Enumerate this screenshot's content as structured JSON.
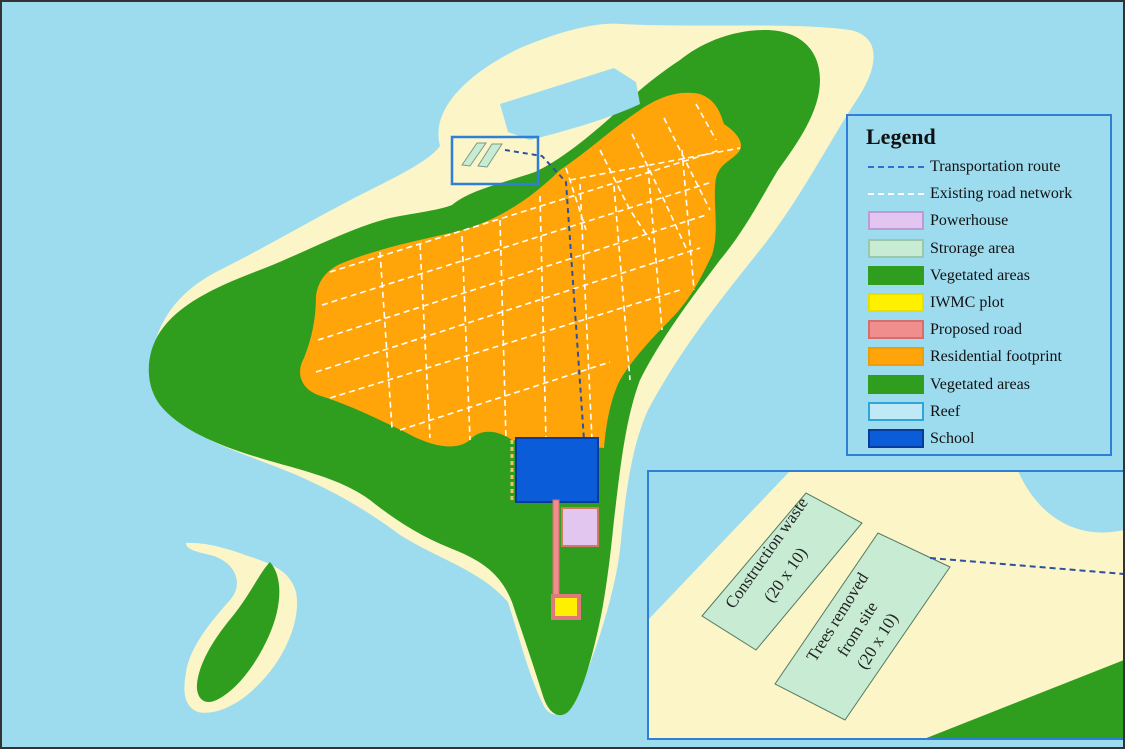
{
  "legend": {
    "title": "Legend",
    "items": [
      {
        "label": "Transportation route",
        "kind": "line",
        "color": "#2f6fcf"
      },
      {
        "label": "Existing road network",
        "kind": "line",
        "color": "#ffffff"
      },
      {
        "label": "Powerhouse",
        "kind": "box",
        "color": "#e3c6f0",
        "border": "#c09ad6"
      },
      {
        "label": "Strorage area",
        "kind": "box",
        "color": "#c8ecd3",
        "border": "#9bc9a6"
      },
      {
        "label": "Vegetated areas",
        "kind": "box",
        "color": "#2f9e1f",
        "border": "#2f9e1f"
      },
      {
        "label": "IWMC plot",
        "kind": "box",
        "color": "#fff000",
        "border": "#e8dd00"
      },
      {
        "label": "Proposed road",
        "kind": "box",
        "color": "#f08d8d",
        "border": "#d56f6f"
      },
      {
        "label": "Residential footprint",
        "kind": "box",
        "color": "#ffa50a",
        "border": "#f09c08"
      },
      {
        "label": "Vegetated areas",
        "kind": "box",
        "color": "#2f9e1f",
        "border": "#2f9e1f"
      },
      {
        "label": "Reef",
        "kind": "box",
        "color": "#bfe9f7",
        "border": "#2fa6d8"
      },
      {
        "label": "School",
        "kind": "box",
        "color": "#0a5cd9",
        "border": "#0a3a9a"
      }
    ]
  },
  "inset": {
    "construction_waste_line1": "Construction waste",
    "construction_waste_line2": "(20 x 10)",
    "trees_line1": "Trees removed",
    "trees_line2": "from site",
    "trees_line3": "(20 x 10)"
  },
  "colors": {
    "sea": "#9ddcef",
    "land_sand": "#fbf5c8",
    "vegetation": "#2f9e1f",
    "residential": "#ffa50a",
    "school": "#0a5cd9",
    "powerhouse": "#e3c6f0",
    "storage": "#c8ecd3",
    "iwmc": "#fff000",
    "proposed_road": "#f08d8d",
    "frame_blue": "#2f7fd6"
  }
}
